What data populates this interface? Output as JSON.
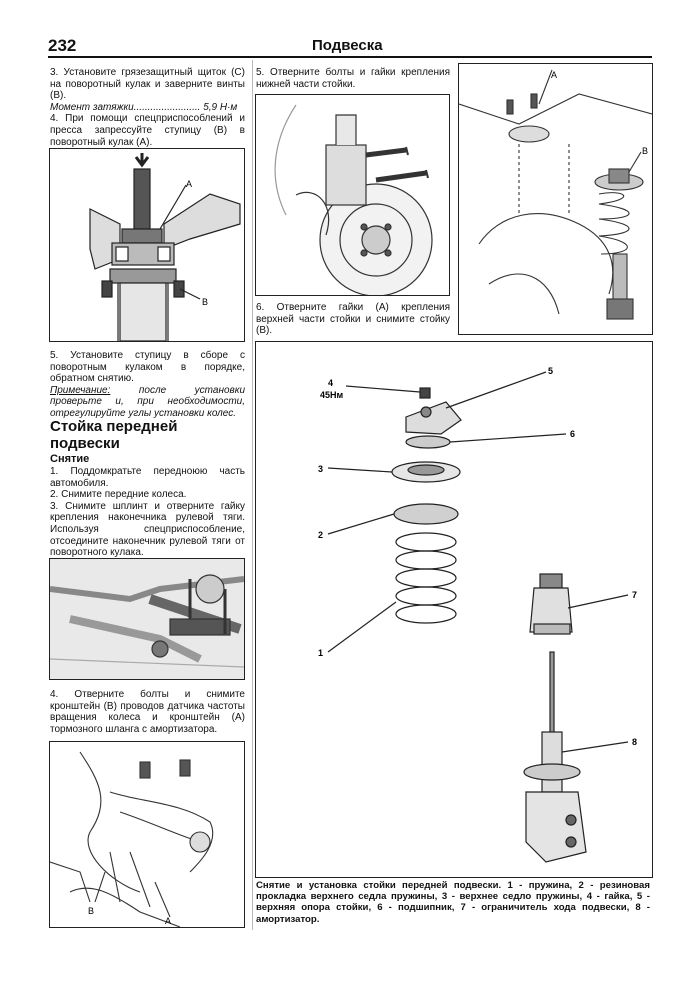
{
  "header": {
    "page_number": "232",
    "title": "Подвеска"
  },
  "left": {
    "p1": "3. Установите грязезащитный щиток (С) на поворотный кулак и заверните винты (В).",
    "torque": "Момент затяжки........................ 5,9 Н·м",
    "p2": "4. При помощи спецприспособлений и пресса запрессуйте ступицу (В) в поворотный кулак (А).",
    "fig1_labels": {
      "a": "A",
      "b": "B"
    },
    "p3": "5. Установите ступицу в сборе с поворотным кулаком в порядке, обратном снятию.",
    "note_label": "Примечание:",
    "note_text": "после установки проверьте и, при необходимости, отрегулируйте углы установки колес.",
    "section_title": "Стойка передней подвески",
    "subsection": "Снятие",
    "s1": "1. Поддомкратьте передноюю часть автомобиля.",
    "s2": "2. Снимите передние колеса.",
    "s3": "3. Снимите шплинт и отверните гайку крепления наконечника рулевой тяги. Используя спецприспособление, отсоедините наконечник рулевой тяги от поворотного кулака.",
    "s4": "4. Отверните болты и снимите кронштейн (В) проводов датчика частоты вращения колеса и кронштейн (А) тормозного шланга с амортизатора.",
    "fig3_labels": {
      "a": "A",
      "b": "B"
    }
  },
  "right": {
    "s5": "5. Отверните болты и гайки крепления нижней части стойки.",
    "s6": "6. Отверните гайки (А) крепления верхней части стойки и снимите стойку (В).",
    "fig_top_labels": {
      "a": "A",
      "b": "B"
    },
    "exploded": {
      "torque_label": "45Нм",
      "numbers": [
        "1",
        "2",
        "3",
        "4",
        "5",
        "6",
        "7",
        "8"
      ]
    },
    "caption": "Снятие и установка стойки передней подвески. 1 - пружина, 2 - резиновая прокладка верхнего седла пружины, 3 - верхнее седло пружины, 4 - гайка, 5 - верхняя опора стойки, 6 - подшипник, 7 - ограничитель хода подвески, 8 - амортизатор."
  }
}
